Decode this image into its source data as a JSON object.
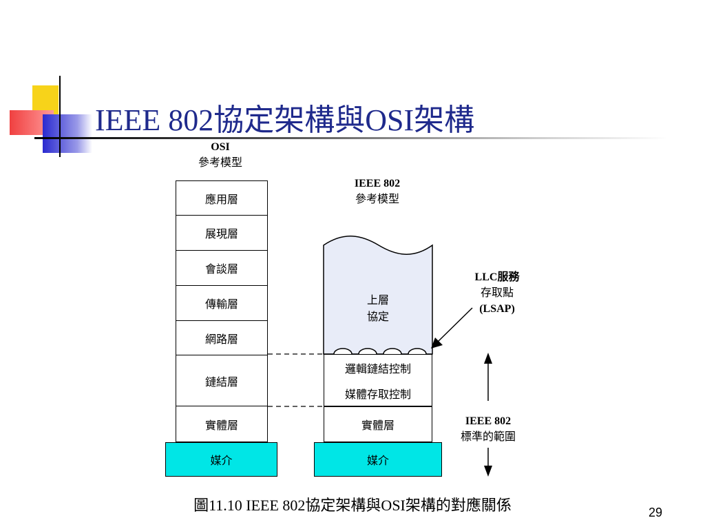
{
  "title": "IEEE 802協定架構與OSI架構",
  "osi": {
    "header_line1": "OSI",
    "header_line2": "參考模型",
    "layers": [
      "應用層",
      "展現層",
      "會談層",
      "傳輸層",
      "網路層",
      "鏈結層",
      "實體層"
    ],
    "media": "媒介"
  },
  "ieee": {
    "header_line1": "IEEE 802",
    "header_line2": "參考模型",
    "upper_line1": "上層",
    "upper_line2": "協定",
    "llc": "邏輯鏈結控制",
    "mac": "媒體存取控制",
    "physical": "實體層",
    "media": "媒介"
  },
  "lsap": {
    "line1": "LLC服務",
    "line2": "存取點",
    "line3": "(LSAP)"
  },
  "scope": {
    "line1": "IEEE 802",
    "line2": "標準的範圍"
  },
  "caption": "圖11.10  IEEE 802協定架構與OSI架構的對應關係",
  "page_number": "29",
  "colors": {
    "title": "#1f2a8c",
    "media_fill": "#00e6e6",
    "upper_fill": "#e8ecf8",
    "deco_yellow": "#f7d31a",
    "deco_red": "#f04040",
    "deco_blue": "#2a2ad0"
  }
}
